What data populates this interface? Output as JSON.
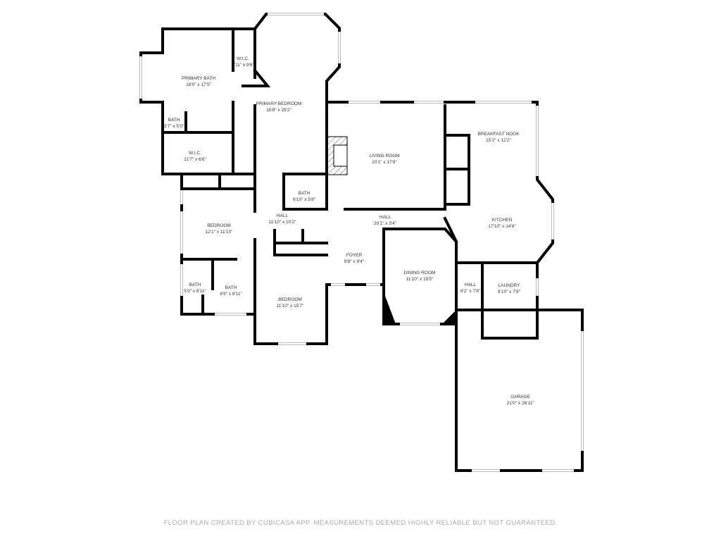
{
  "rooms": [
    {
      "id": "primary-bath",
      "name": "PRIMARY BATH",
      "size": "18'0\" x 17'5\""
    },
    {
      "id": "wic-1",
      "name": "W.I.C.",
      "size": "3'11\" x 9'6\""
    },
    {
      "id": "primary-bedroom",
      "name": "PRIMARY BEDROOM",
      "size": "15'8\" x 29'2\""
    },
    {
      "id": "bath-1",
      "name": "BATH",
      "size": "3'7\" x 5'0\""
    },
    {
      "id": "wic-2",
      "name": "W.I.C.",
      "size": "11'7\" x 6'6\""
    },
    {
      "id": "living-room",
      "name": "LIVING ROOM",
      "size": "20'1\" x 17'8\""
    },
    {
      "id": "breakfast-nook",
      "name": "BREAKFAST NOOK",
      "size": "15'2\" x 12'2\""
    },
    {
      "id": "bath-2",
      "name": "BATH",
      "size": "6'10\" x 5'8\""
    },
    {
      "id": "hall-1",
      "name": "HALL",
      "size": "11'10\" x 10'2\""
    },
    {
      "id": "hall-2",
      "name": "HALL",
      "size": "20'1\" x 3'4\""
    },
    {
      "id": "kitchen",
      "name": "KITCHEN",
      "size": "17'10\" x 14'9\""
    },
    {
      "id": "bedroom-1",
      "name": "BEDROOM",
      "size": "12'1\" x 11'10\""
    },
    {
      "id": "foyer",
      "name": "FOYER",
      "size": "9'8\" x 9'4\""
    },
    {
      "id": "dining-room",
      "name": "DINING ROOM",
      "size": "11'10\" x 15'5\""
    },
    {
      "id": "hall-3",
      "name": "HALL",
      "size": "4'2\" x 7'8\""
    },
    {
      "id": "laundry",
      "name": "LAUNDRY",
      "size": "8'10\" x 7'8\""
    },
    {
      "id": "bath-3",
      "name": "BATH",
      "size": "5'0\" x 8'11\""
    },
    {
      "id": "bath-4",
      "name": "BATH",
      "size": "8'9\" x 8'11\""
    },
    {
      "id": "bedroom-2",
      "name": "BEDROOM",
      "size": "11'10\" x 15'7\""
    },
    {
      "id": "garage",
      "name": "GARAGE",
      "size": "21'0\" x 26'11\""
    }
  ],
  "footer": "FLOOR PLAN CREATED BY CUBICASA APP. MEASUREMENTS DEEMED HIGHLY RELIABLE BUT NOT GUARANTEED."
}
